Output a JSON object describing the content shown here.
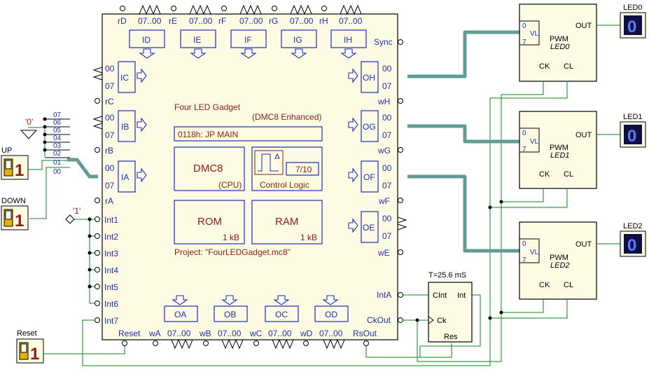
{
  "chip": {
    "title": "Four LED Gadget",
    "subtitle": "(DMC8 Enhanced)",
    "instruction": "0118h:  JP   MAIN",
    "cpu_name": "DMC8",
    "cpu_sub": "(CPU)",
    "control_logic": "Control Logic",
    "control_ratio": "7/10",
    "rom_name": "ROM",
    "rom_size": "1 kB",
    "ram_name": "RAM",
    "ram_size": "1 kB",
    "project": "Project:  \"FourLEDGadget.mc8\""
  },
  "top_ports": [
    {
      "label": "ID",
      "strobe": "rD",
      "bits": "07..00"
    },
    {
      "label": "IE",
      "strobe": "rE",
      "bits": "07..00"
    },
    {
      "label": "IF",
      "strobe": "rF",
      "bits": "07..00"
    },
    {
      "label": "IG",
      "strobe": "rG",
      "bits": "07..00"
    },
    {
      "label": "IH",
      "strobe": "rH",
      "bits": "07..00"
    }
  ],
  "left_ports": [
    {
      "label": "IC",
      "strobe": "rC",
      "hi": "00",
      "lo": "07"
    },
    {
      "label": "IB",
      "strobe": "rB",
      "hi": "00",
      "lo": "07"
    },
    {
      "label": "IA",
      "strobe": "rA",
      "hi": "00",
      "lo": "07"
    }
  ],
  "right_ports": [
    {
      "label": "OH",
      "strobe": "wH",
      "hi": "00",
      "lo": "07"
    },
    {
      "label": "OG",
      "strobe": "wG",
      "hi": "00",
      "lo": "07"
    },
    {
      "label": "OF",
      "strobe": "wF",
      "hi": "00",
      "lo": "07"
    },
    {
      "label": "OE",
      "strobe": "wE",
      "hi": "00",
      "lo": "07"
    }
  ],
  "bottom_ports": [
    {
      "label": "OA",
      "strobe": "wA",
      "bits": "07..00"
    },
    {
      "label": "OB",
      "strobe": "wB",
      "bits": "07..00"
    },
    {
      "label": "OC",
      "strobe": "wC",
      "bits": "07..00"
    },
    {
      "label": "OD",
      "strobe": "wD",
      "bits": "07..00"
    }
  ],
  "sync_label": "Sync",
  "reset_label": "Reset",
  "rsout_label": "RsOut",
  "intA_label": "IntA",
  "ckout_label": "CkOut",
  "interrupts": [
    "Int1",
    "Int2",
    "Int3",
    "Int4",
    "Int5",
    "Int6",
    "Int7"
  ],
  "bus_bits": [
    "07",
    "06",
    "05",
    "04",
    "03",
    "02",
    "01",
    "00"
  ],
  "const_zero": "'0'",
  "const_one": "'1'",
  "inputs": [
    {
      "label": "UP",
      "value": "1"
    },
    {
      "label": "DOWN",
      "value": "1"
    },
    {
      "label": "Reset",
      "value": "1"
    }
  ],
  "timer": {
    "caption": "T=25.6 mS",
    "cint": "CInt",
    "int": "Int",
    "ck": "Ck",
    "res": "Res"
  },
  "pwm": [
    {
      "name": "PWM",
      "sub": "LED0",
      "vl": "VL",
      "in_hi": "0",
      "in_lo": "7",
      "out": "OUT",
      "ck": "CK",
      "cl": "CL"
    },
    {
      "name": "PWM",
      "sub": "LED1",
      "vl": "VL",
      "in_hi": "0",
      "in_lo": "7",
      "out": "OUT",
      "ck": "CK",
      "cl": "CL"
    },
    {
      "name": "PWM",
      "sub": "LED2",
      "vl": "VL",
      "in_hi": "0",
      "in_lo": "7",
      "out": "OUT",
      "ck": "CK",
      "cl": "CL"
    }
  ],
  "leds": [
    {
      "label": "LED0",
      "value": "0"
    },
    {
      "label": "LED1",
      "value": "0"
    },
    {
      "label": "LED2",
      "value": "0"
    }
  ],
  "colors": {
    "wire": "#0a8a1a",
    "bus": "#5f9c96",
    "port_text": "#1c2fae",
    "logic_text": "#8a1e12",
    "chip_fill": "#fdfbe4"
  }
}
